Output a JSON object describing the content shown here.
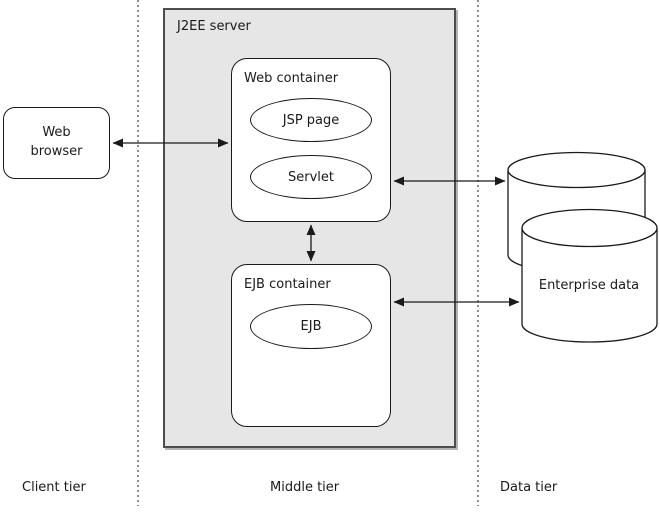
{
  "server": {
    "label": "J2EE server"
  },
  "client_box": {
    "label": "Web browser"
  },
  "web_container": {
    "label": "Web container",
    "jsp": "JSP page",
    "servlet": "Servlet"
  },
  "ejb_container": {
    "label": "EJB container",
    "ejb": "EJB"
  },
  "database": {
    "label": "Enterprise data"
  },
  "tiers": {
    "client": "Client tier",
    "middle": "Middle tier",
    "data": "Data tier"
  },
  "colors": {
    "server_fill": "#e6e6e6",
    "server_border": "#4d4d4d",
    "stroke": "#1a1a1a",
    "node_fill": "#ffffff",
    "dotted": "#8c8c8c",
    "shadow": "#b4b4b4",
    "text": "#1a1a1a"
  }
}
